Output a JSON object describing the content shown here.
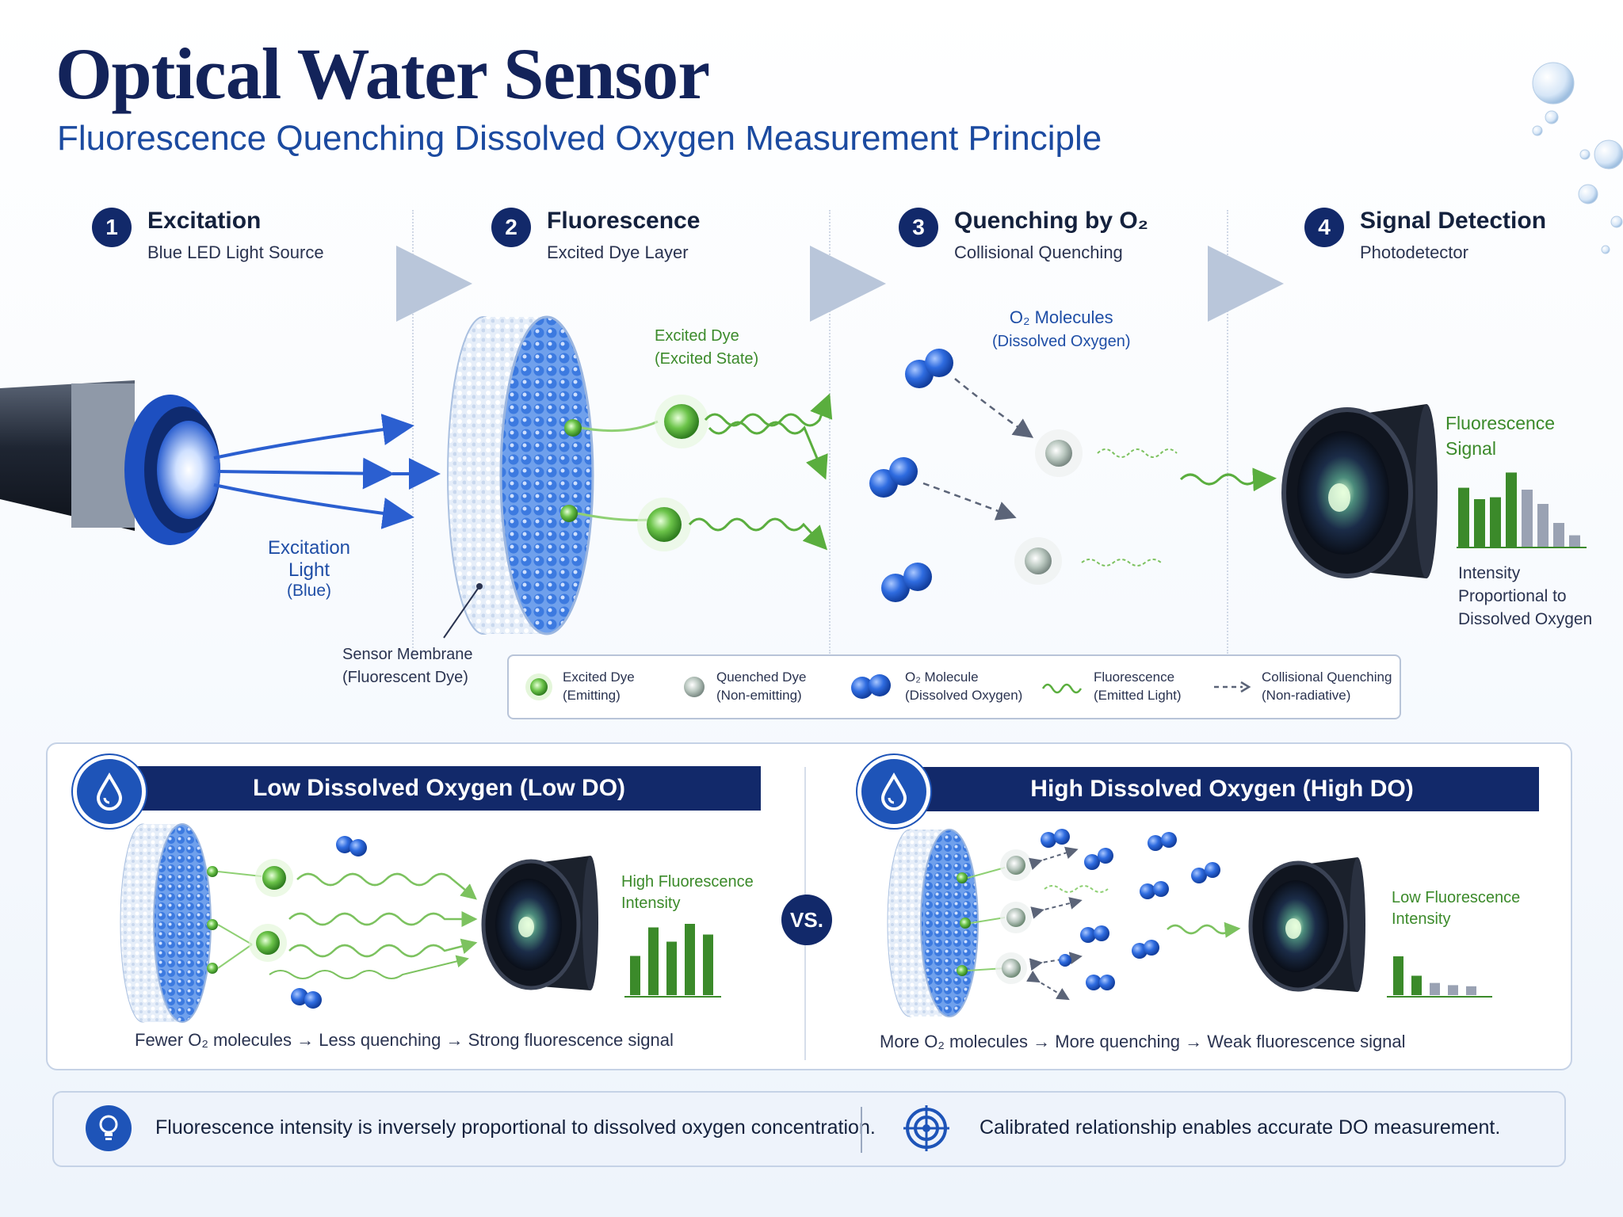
{
  "title": "Optical Water Sensor",
  "subtitle": "Fluorescence Quenching Dissolved Oxygen Measurement Principle",
  "steps": [
    {
      "num": "1",
      "title": "Excitation",
      "sub": "Blue LED Light Source"
    },
    {
      "num": "2",
      "title": "Fluorescence",
      "sub": "Excited Dye Layer"
    },
    {
      "num": "3",
      "title": "Quenching by O₂",
      "sub": "Collisional Quenching"
    },
    {
      "num": "4",
      "title": "Signal Detection",
      "sub": "Photodetector"
    }
  ],
  "labels": {
    "excitation_light_1": "Excitation",
    "excitation_light_2": "Light",
    "excitation_light_3": "(Blue)",
    "sensor_membrane_1": "Sensor Membrane",
    "sensor_membrane_2": "(Fluorescent Dye)",
    "excited_dye_1": "Excited Dye",
    "excited_dye_2": "(Excited State)",
    "o2_molecules_1": "O₂ Molecules",
    "o2_molecules_2": "(Dissolved Oxygen)",
    "fluorescence_signal_1": "Fluorescence",
    "fluorescence_signal_2": "Signal",
    "intensity_1": "Intensity",
    "intensity_2": "Proportional to",
    "intensity_3": "Dissolved Oxygen"
  },
  "legend": [
    {
      "line1": "Excited Dye",
      "line2": "(Emitting)",
      "icon": "excited-dye-icon"
    },
    {
      "line1": "Quenched Dye",
      "line2": "(Non-emitting)",
      "icon": "quenched-dye-icon"
    },
    {
      "line1": "O₂ Molecule",
      "line2": "(Dissolved Oxygen)",
      "icon": "o2-molecule-icon"
    },
    {
      "line1": "Fluorescence",
      "line2": "(Emitted Light)",
      "icon": "wavy-line-icon"
    },
    {
      "line1": "Collisional Quenching",
      "line2": "(Non-radiative)",
      "icon": "dashed-arrow-icon"
    }
  ],
  "compare": {
    "low": {
      "title": "Low Dissolved Oxygen (Low DO)",
      "signal_1": "High Fluorescence",
      "signal_2": "Intensity",
      "caption": "Fewer O₂ molecules → Less quenching → Strong fluorescence signal",
      "bars": [
        0.55,
        0.95,
        0.75,
        1.0,
        0.85
      ]
    },
    "vs": "VS.",
    "high": {
      "title": "High Dissolved Oxygen (High DO)",
      "signal_1": "Low Fluorescence",
      "signal_2": "Intensity",
      "caption": "More O₂ molecules → More quenching → Weak fluorescence signal",
      "bars": [
        0.7,
        0.35,
        0.22,
        0.18,
        0.16
      ]
    }
  },
  "main_bars": [
    0.62,
    0.5,
    0.52,
    0.78,
    0.6,
    0.45,
    0.25,
    0.12
  ],
  "footer": {
    "left": "Fluorescence intensity is inversely proportional to dissolved oxygen concentration.",
    "right": "Calibrated relationship enables accurate DO measurement."
  },
  "colors": {
    "navy": "#12296a",
    "blue": "#1f4ea6",
    "green": "#3b8a2a",
    "gray": "#9aa2b3"
  }
}
